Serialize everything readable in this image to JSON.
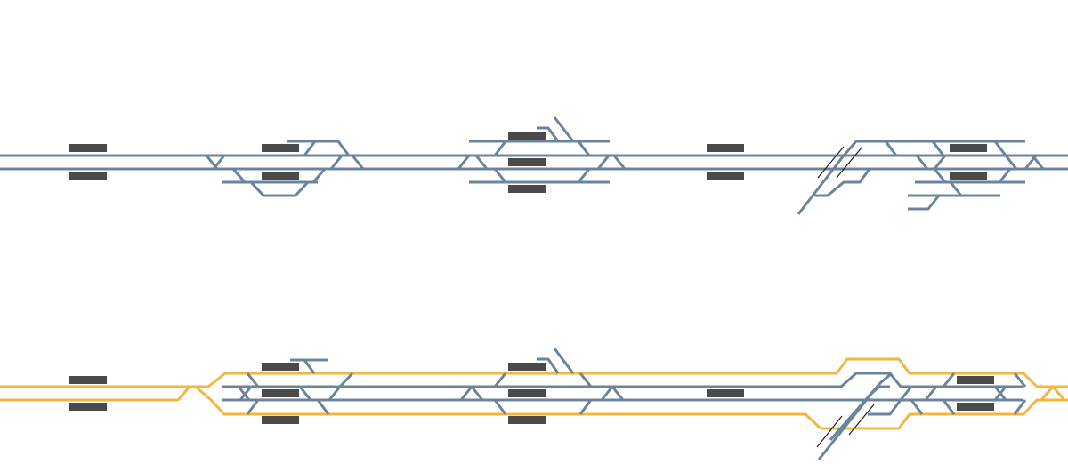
{
  "colors": {
    "background": "#ffffff",
    "existing_track": "#6c849b",
    "new_track": "#f3b741",
    "platform": "#4a4a4a",
    "bridge_mark": "#1f1f1f"
  },
  "diagrams": [
    {
      "id": "upper",
      "track_colors": [
        "existing_track"
      ],
      "stations": 5
    },
    {
      "id": "lower",
      "track_colors": [
        "existing_track",
        "new_track"
      ],
      "stations": 5
    }
  ]
}
